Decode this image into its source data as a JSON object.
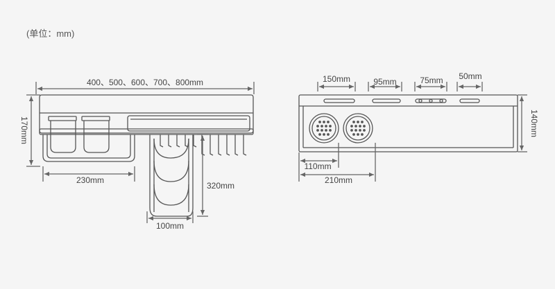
{
  "unit_note": "(单位：mm)",
  "front_view": {
    "width_label": "400、500、600、700、800mm",
    "height_label": "170mm",
    "cup_span_label": "230mm",
    "rack_height_label": "320mm",
    "rack_width_label": "100mm"
  },
  "top_view": {
    "slot1_label": "150mm",
    "slot2_label": "95mm",
    "slot3_label": "75mm",
    "slot4_label": "50mm",
    "depth_label": "140mm",
    "hole1_offset_label": "110mm",
    "hole2_offset_label": "210mm"
  },
  "colors": {
    "background": "#f5f5f5",
    "line": "#555555",
    "dimension": "#666666"
  }
}
